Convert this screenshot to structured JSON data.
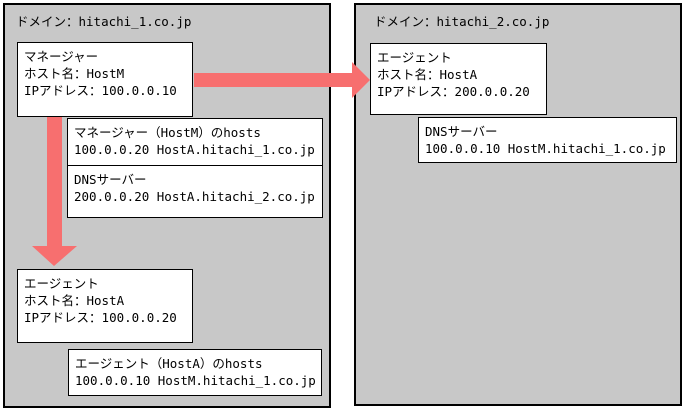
{
  "colors": {
    "domain_bg": "#c8c8c8",
    "box_bg": "#ffffff",
    "border": "#000000",
    "arrow": "#f76f6f",
    "text": "#000000"
  },
  "left_domain": {
    "label": "ドメイン：hitachi_1.co.jp",
    "manager_box": {
      "lines": [
        "マネージャー",
        "ホスト名：HostM",
        "IPアドレス：100.0.0.10"
      ]
    },
    "manager_hosts_box": {
      "lines": [
        "マネージャー（HostM）のhosts",
        "100.0.0.20 HostA.hitachi_1.co.jp"
      ]
    },
    "dns_box": {
      "lines": [
        "DNSサーバー",
        "200.0.0.20 HostA.hitachi_2.co.jp"
      ]
    },
    "agent_box": {
      "lines": [
        "エージェント",
        "ホスト名：HostA",
        "IPアドレス：100.0.0.20"
      ]
    },
    "agent_hosts_box": {
      "lines": [
        "エージェント（HostA）のhosts",
        "100.0.0.10 HostM.hitachi_1.co.jp"
      ]
    }
  },
  "right_domain": {
    "label": "ドメイン：hitachi_2.co.jp",
    "agent_box": {
      "lines": [
        "エージェント",
        "ホスト名：HostA",
        "IPアドレス：200.0.0.20"
      ]
    },
    "dns_box": {
      "lines": [
        "DNSサーバー",
        "100.0.0.10 HostM.hitachi_1.co.jp"
      ]
    }
  },
  "arrows": [
    {
      "name": "manager-to-remote-agent",
      "direction": "right"
    },
    {
      "name": "manager-to-local-agent",
      "direction": "down"
    }
  ]
}
